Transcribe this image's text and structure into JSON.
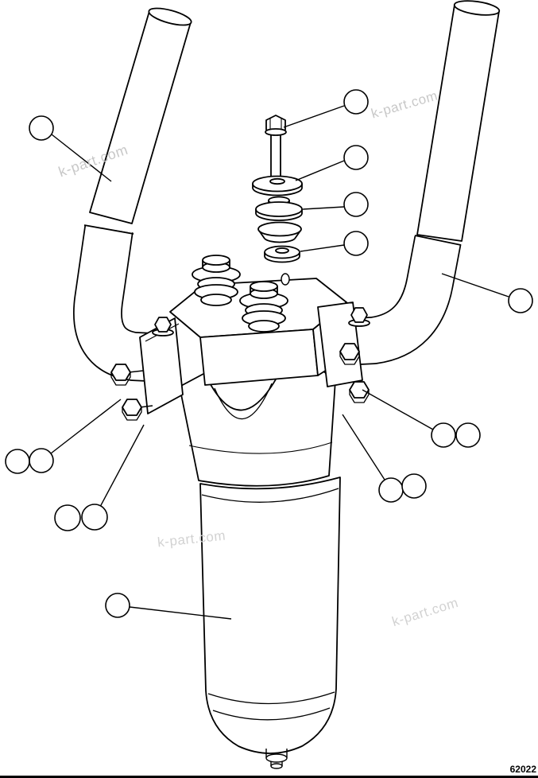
{
  "drawing": {
    "number": "62022",
    "watermark": "k-part.com",
    "line_color": "#000000",
    "background_color": "#ffffff",
    "watermark_color": "#c8c8c8"
  },
  "callouts": [
    {
      "label": "",
      "target": "left-tube"
    },
    {
      "label": "",
      "target": "bolt"
    },
    {
      "label": "",
      "target": "flat-washer"
    },
    {
      "label": "",
      "target": "spring-seat-washer"
    },
    {
      "label": "",
      "target": "small-washer"
    },
    {
      "label": "",
      "target": "right-tube"
    },
    {
      "label": "",
      "target": "right-flange-nut"
    },
    {
      "label": "",
      "target": "right-flange-nut"
    },
    {
      "label": "",
      "target": "right-flange-stud"
    },
    {
      "label": "",
      "target": "right-flange-stud"
    },
    {
      "label": "",
      "target": "left-flange-nut"
    },
    {
      "label": "",
      "target": "left-flange-nut"
    },
    {
      "label": "",
      "target": "left-flange-stud"
    },
    {
      "label": "",
      "target": "left-flange-stud"
    },
    {
      "label": "",
      "target": "filter-element"
    }
  ]
}
